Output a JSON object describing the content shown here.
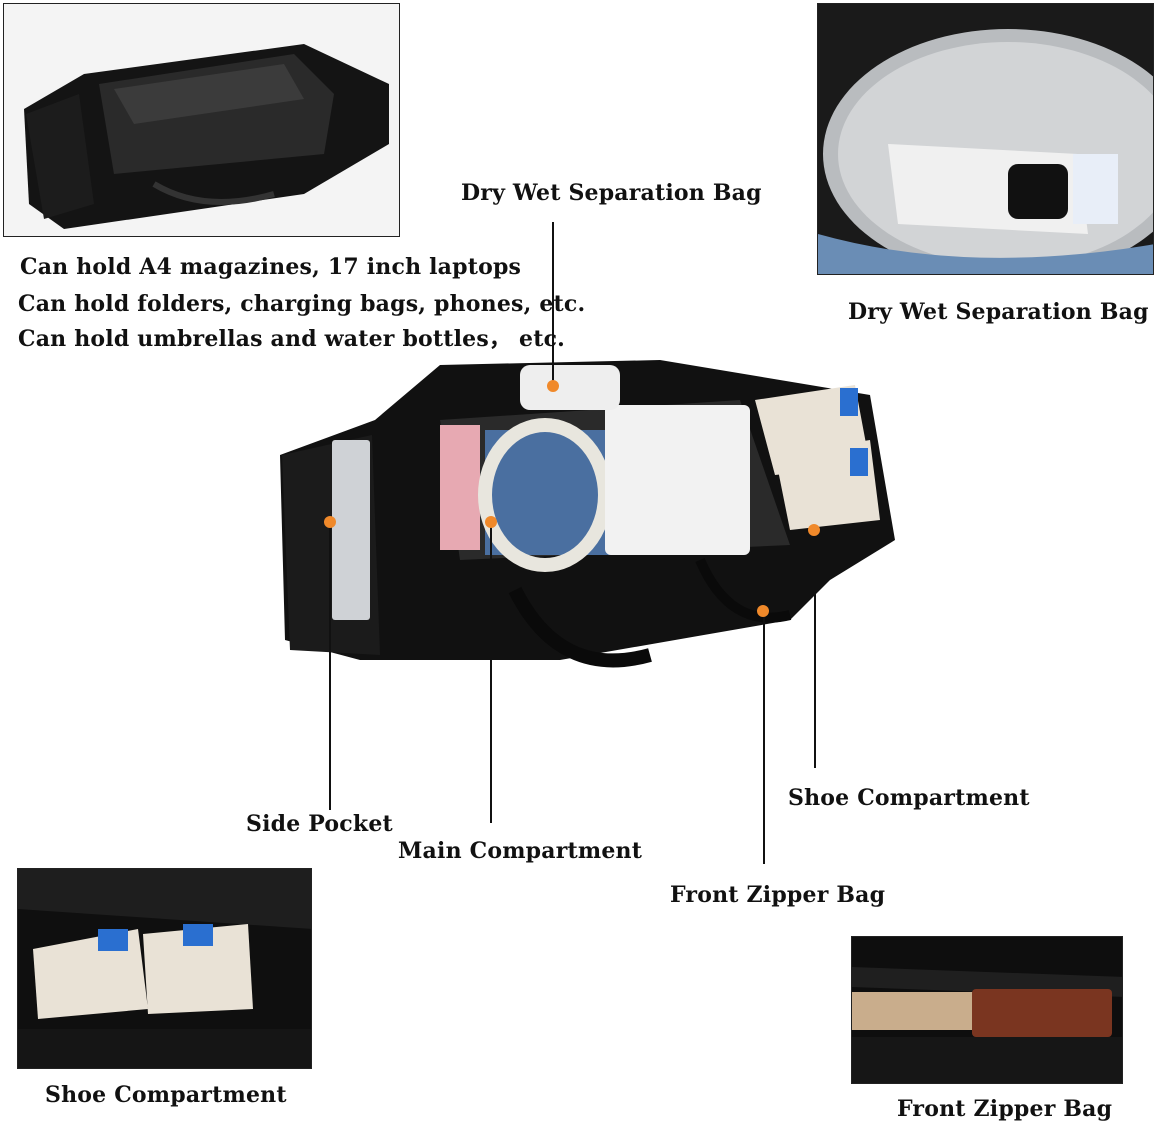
{
  "notes": {
    "line1": "Can hold A4 magazines, 17 inch laptops",
    "line2": "Can hold folders, charging bags, phones, etc.",
    "line3": "Can hold umbrellas and water bottles， etc."
  },
  "callouts": {
    "dry_wet_top": "Dry Wet Separation Bag",
    "dry_wet_inset": "Dry Wet Separation Bag",
    "side_pocket": "Side Pocket",
    "main_compartment": "Main Compartment",
    "shoe_compartment_right": "Shoe Compartment",
    "front_zipper_mid": "Front Zipper Bag",
    "shoe_compartment_inset": "Shoe Compartment",
    "front_zipper_inset": "Front Zipper Bag"
  },
  "colors": {
    "bag": "#111111",
    "accent_dot": "#f0892a",
    "shoe_blue": "#2a6fd0",
    "bottle_white": "#eeeeee"
  }
}
